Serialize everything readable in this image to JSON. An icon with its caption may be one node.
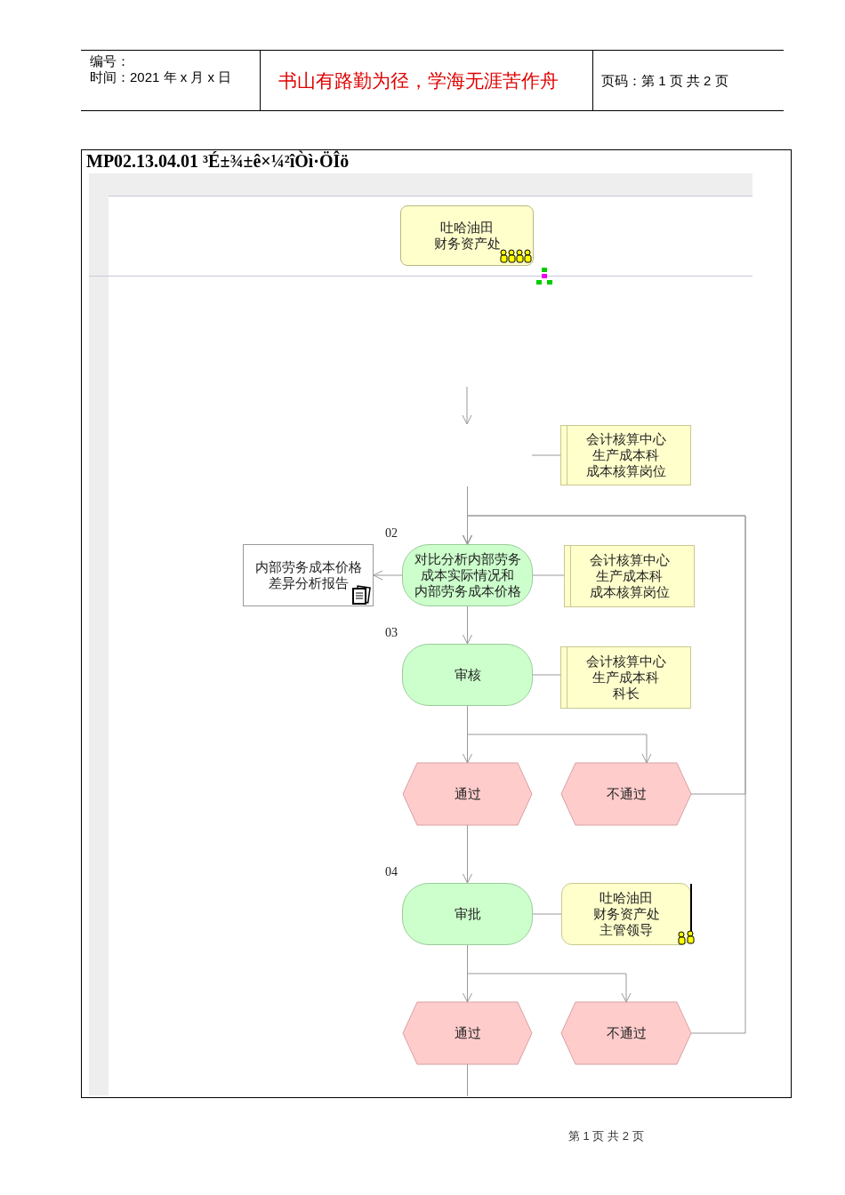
{
  "diagram": {
    "title": "MP02.13.04.01 ³É±¾±ê×¼²îÒì·ÖÎö",
    "nodes": [
      {
        "text": [
          "吐哈油田财务资产处"
        ]
      },
      {
        "text": [
          "会计核算中心生产成本科成本核算岗位"
        ]
      },
      {
        "text": [
          "内部劳务成本价格差异分析报告"
        ]
      },
      {
        "text": [
          "对比分析内部劳务成本实际情况和内部劳务成本价格"
        ],
        "beside": [
          "02"
        ]
      },
      {
        "text": [
          "会计核算中心生产成本科成本核算岗位"
        ]
      },
      {
        "text": [
          "审核"
        ],
        "beside": [
          "03"
        ]
      },
      {
        "text": [
          "会计核算中心生产成本科科长"
        ]
      },
      {
        "text": [
          "通过"
        ]
      },
      {
        "text": [
          "不通过"
        ]
      },
      {
        "text": [
          "审批"
        ],
        "beside": [
          "04"
        ]
      },
      {
        "text": [
          "吐哈油田财务资产处主管领导"
        ]
      },
      {
        "text": [
          "通过"
        ]
      },
      {
        "text": [
          "不通过"
        ]
      }
    ],
    "edges": [
      {
        "from": null,
        "to": 3,
        "arrow": "to"
      },
      {
        "from": 8,
        "to": 3,
        "arrow": "to"
      },
      {
        "from": 12,
        "to": 3,
        "arrow": "to"
      },
      {
        "from": null,
        "to": 1,
        "arrow": "none"
      },
      {
        "from": 3,
        "to": 2,
        "arrow": "to"
      },
      {
        "from": 3,
        "to": 4,
        "arrow": "none"
      },
      {
        "from": 3,
        "to": 5,
        "arrow": "to"
      },
      {
        "from": 5,
        "to": 6,
        "arrow": "none"
      },
      {
        "from": 5,
        "to": 7,
        "arrow": "to"
      },
      {
        "from": 5,
        "to": 8,
        "arrow": "to"
      },
      {
        "from": 7,
        "to": 9,
        "arrow": "to"
      },
      {
        "from": 9,
        "to": 10,
        "arrow": "none"
      },
      {
        "from": 9,
        "to": 11,
        "arrow": "to"
      },
      {
        "from": 9,
        "to": 12,
        "arrow": "to"
      },
      {
        "from": 11,
        "to": null,
        "arrow": "none"
      }
    ],
    "labels": [
      "编号：",
      "时间：2021 年 x 月 x 日",
      "书山有路勤为径，学海无涯苦作舟",
      "页码：第 1 页 共 2 页",
      "第 1 页 共 2 页"
    ]
  }
}
